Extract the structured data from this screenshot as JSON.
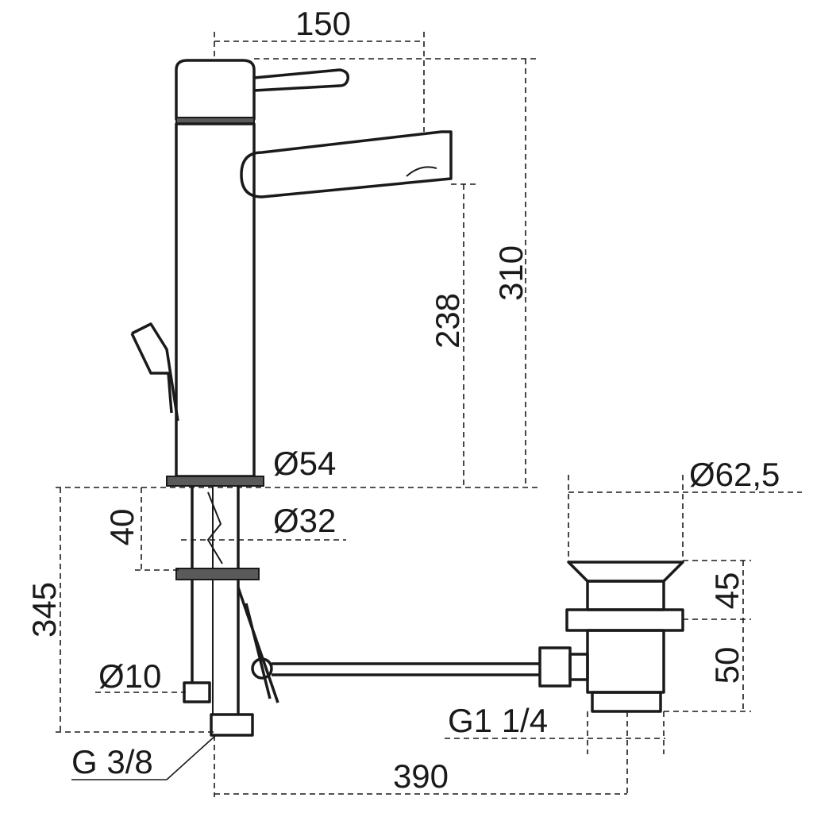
{
  "drawing": {
    "dimensions": {
      "spout_reach": "150",
      "total_height": "310",
      "spout_height": "238",
      "base_diameter": "Ø54",
      "shank_diameter": "Ø32",
      "max_deck_thickness": "40",
      "pipe_length": "345",
      "hose_diameter": "Ø10",
      "hose_thread": "G 3/8",
      "waste_diameter": "Ø62,5",
      "waste_top_height": "45",
      "waste_body_height": "50",
      "waste_thread": "G1 1/4",
      "drain_distance": "390"
    }
  }
}
